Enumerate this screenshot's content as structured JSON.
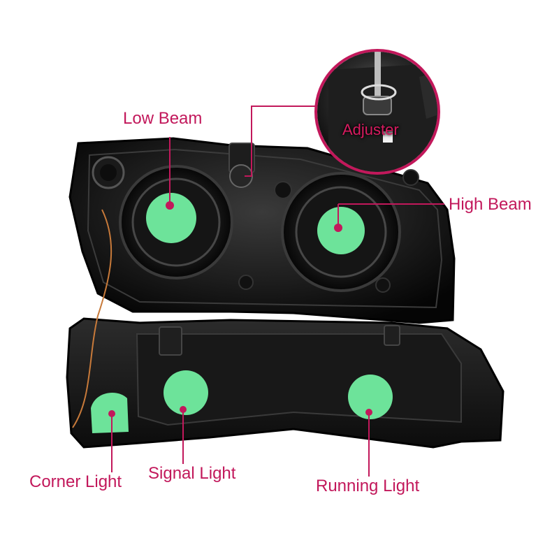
{
  "labels": {
    "low_beam": "Low Beam",
    "high_beam": "High Beam",
    "adjuster": "Adjuster",
    "corner_light": "Corner Light",
    "signal_light": "Signal Light",
    "running_light": "Running Light"
  },
  "colors": {
    "label_text": "#c2185b",
    "leader_line": "#c2185b",
    "bulb_highlight": "#6de39a",
    "housing": "#141414"
  }
}
